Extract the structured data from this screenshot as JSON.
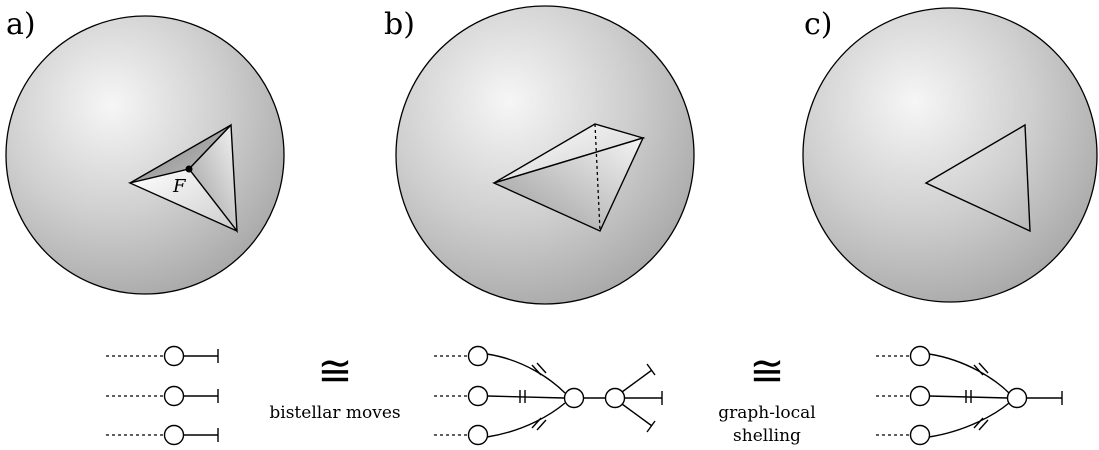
{
  "panels": {
    "a": {
      "label": "a)",
      "vertex_label": "F"
    },
    "b": {
      "label": "b)"
    },
    "c": {
      "label": "c)"
    }
  },
  "relations": {
    "first": {
      "symbol": "≅",
      "caption_line1": "bistellar moves"
    },
    "second": {
      "symbol": "≅",
      "caption_line1": "graph-local",
      "caption_line2": "shelling"
    }
  },
  "colors": {
    "sphere_light": "#f6f6f6",
    "sphere_dark": "#a9a9a9",
    "stroke": "#000000"
  }
}
